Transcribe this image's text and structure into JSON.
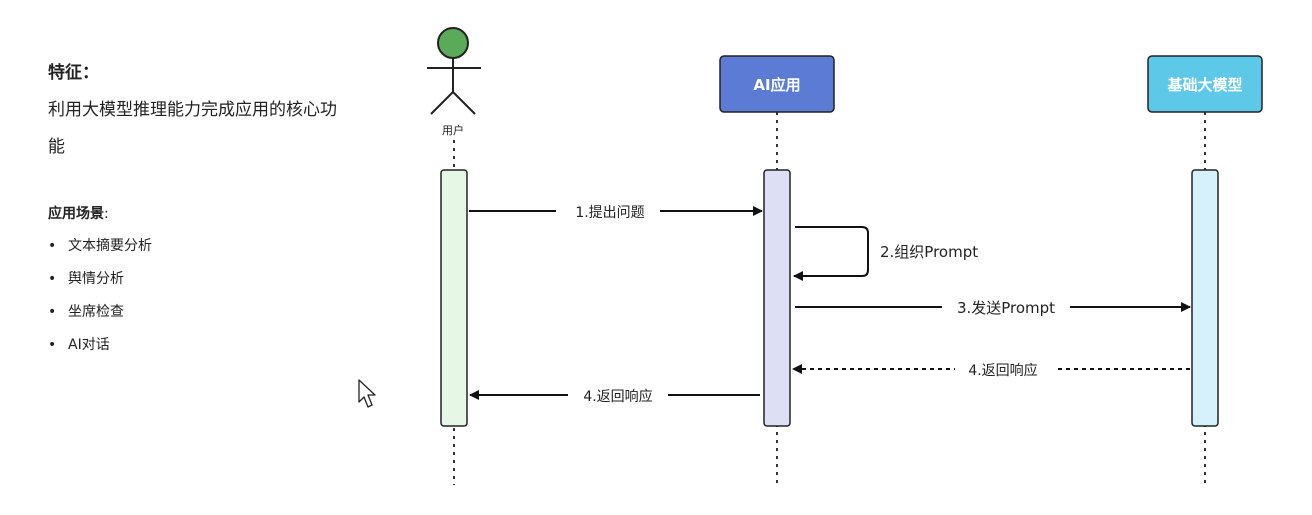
{
  "sidebar": {
    "feature_title": "特征：",
    "feature_desc": "利用大模型推理能力完成应用的核心功能",
    "scenario_title": "应用场景",
    "scenario_colon": ":",
    "scenarios": [
      "文本摘要分析",
      "舆情分析",
      "坐席检查",
      "AI对话"
    ],
    "bullet": "•"
  },
  "diagram": {
    "actor_label": "用户",
    "participants": [
      {
        "label": "AI应用",
        "fill": "#5b7bd5"
      },
      {
        "label": "基础大模型",
        "fill": "#5ec8e8"
      }
    ],
    "activation_colors": {
      "user": "#e6f7e6",
      "app": "#dde0f5",
      "model": "#d6f1fb"
    },
    "actor_head_color": "#5aaa5a",
    "messages": [
      {
        "label": "1.提出问题"
      },
      {
        "label": "2.组织Prompt"
      },
      {
        "label": "3.发送Prompt"
      },
      {
        "label": "4.返回响应"
      },
      {
        "label": "4.返回响应"
      }
    ]
  }
}
